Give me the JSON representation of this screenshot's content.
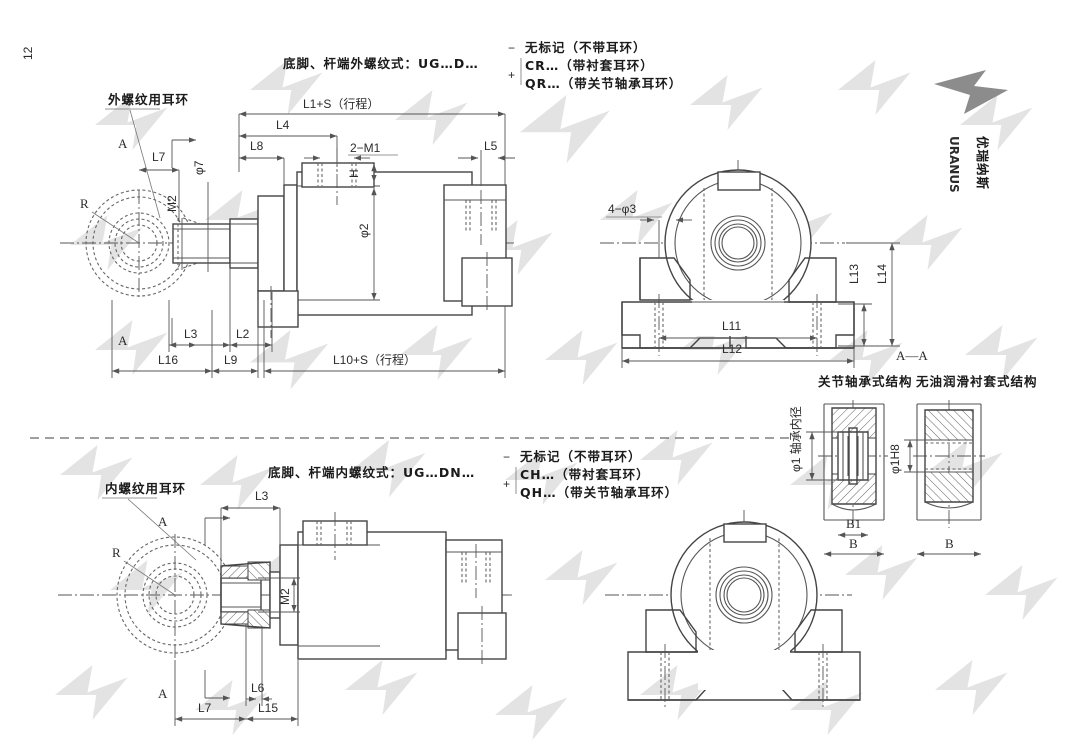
{
  "page": {
    "number": "12",
    "background": "#ffffff",
    "line_color": "#555555"
  },
  "brand": {
    "name_cn": "优瑞纳斯",
    "name_en": "URANUS",
    "mark": "chevron-arrow-icon",
    "mark_color": "#8c8c8c",
    "text_color": "#1a1a1a"
  },
  "watermark": {
    "shape": "chevron-arrow-icon",
    "color": "#e3e3e3"
  },
  "top_assembly": {
    "title_main": "底脚、杆端外螺纹式：UG…D…",
    "sign_minus": "−",
    "sign_plus": "+",
    "variants": [
      "无标记（不带耳环）",
      "CR…（带衬套耳环）",
      "QR…（带关节轴承耳环）"
    ],
    "rod_eye_note": "外螺纹用耳环",
    "labels": {
      "R": "R",
      "section_a_top": "A",
      "section_a_bottom": "A",
      "L7": "L7",
      "phi7": "φ7",
      "M2": "M2",
      "L4": "L4",
      "L8": "L8",
      "L5": "L5",
      "L1S": "L1+S（行程）",
      "two_M1": "2−M1",
      "H": "H",
      "phi2": "φ2",
      "L3": "L3",
      "L2": "L2",
      "L16": "L16",
      "L9": "L9",
      "L10S": "L10+S（行程）"
    }
  },
  "bottom_assembly": {
    "title_main": "底脚、杆端内螺纹式：UG…DN…",
    "sign_minus": "−",
    "sign_plus": "+",
    "variants": [
      "无标记（不带耳环）",
      "CH…（带衬套耳环）",
      "QH…（带关节轴承耳环）"
    ],
    "rod_eye_note": "内螺纹用耳环",
    "labels": {
      "R": "R",
      "section_a_top": "A",
      "section_a_bottom": "A",
      "L3": "L3",
      "M2": "M2",
      "L6": "L6",
      "L7": "L7",
      "L15": "L15"
    }
  },
  "section_view": {
    "caption": "A—A",
    "labels": {
      "four_phi3": "4−φ3",
      "L11": "L11",
      "L12": "L12",
      "L13": "L13",
      "L14": "L14"
    }
  },
  "bearing_details": {
    "left": {
      "title": "关节轴承式结构",
      "bore_label": "φ1 轴承内径",
      "width_inner": "B1",
      "width_outer": "B"
    },
    "right": {
      "title": "无油润滑衬套式结构",
      "bore_label": "φ1H8",
      "width_outer": "B"
    }
  }
}
